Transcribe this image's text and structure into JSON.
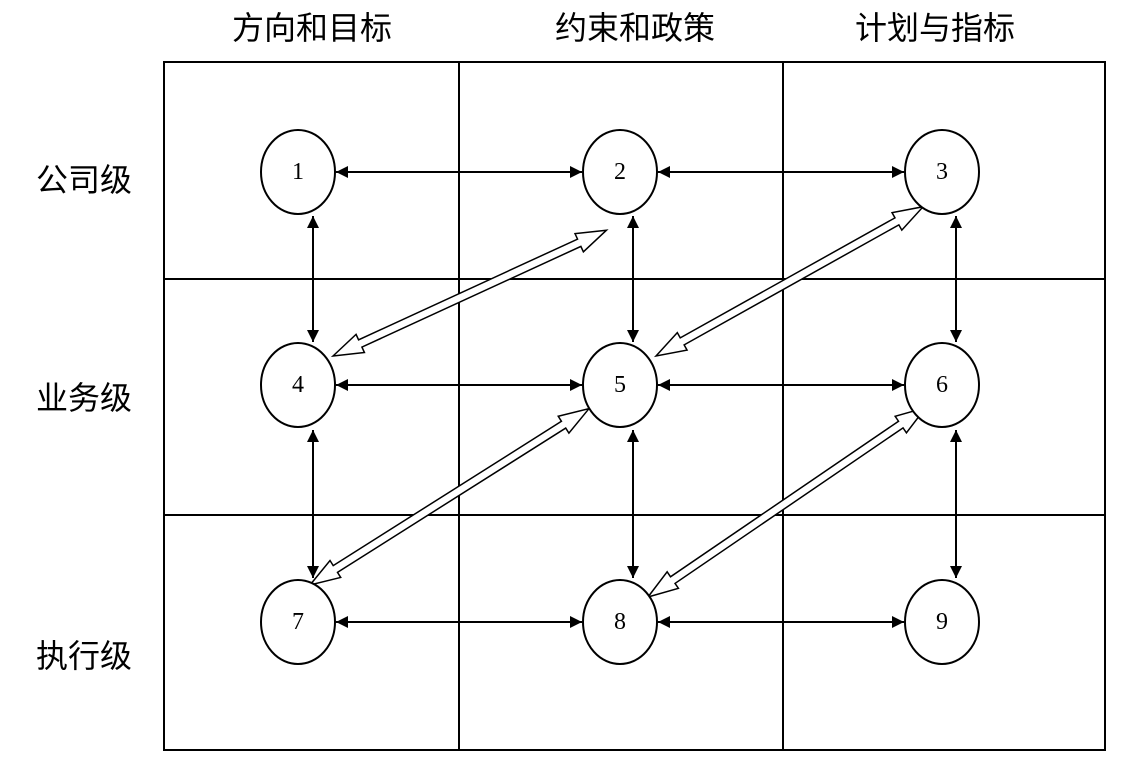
{
  "columns": [
    "方向和目标",
    "约束和政策",
    "计划与指标"
  ],
  "rows": [
    "公司级",
    "业务级",
    "执行级"
  ],
  "nodes": [
    "1",
    "2",
    "3",
    "4",
    "5",
    "6",
    "7",
    "8",
    "9"
  ],
  "colors": {
    "line": "#000000",
    "background": "#ffffff"
  }
}
